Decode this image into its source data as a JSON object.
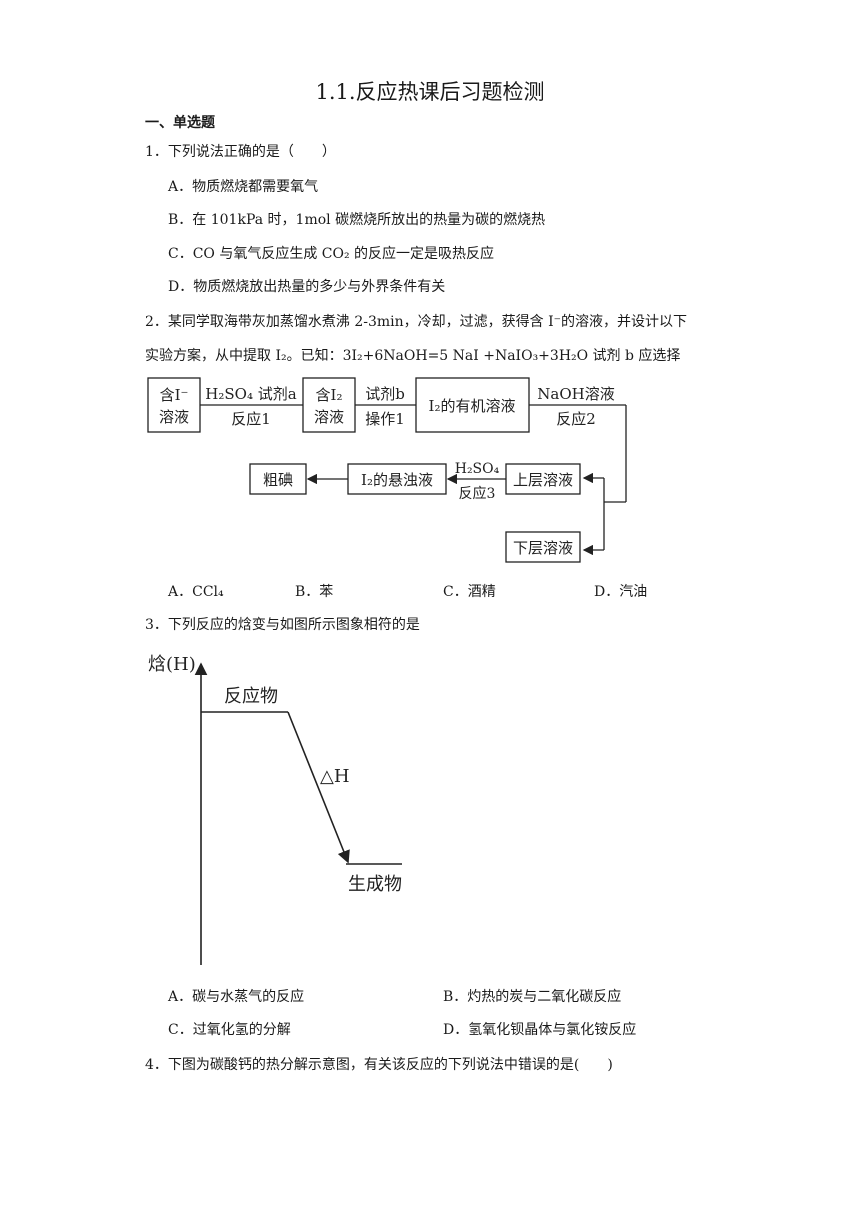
{
  "title": "1.1.反应热课后习题检测",
  "section": "一、单选题",
  "q1": {
    "stem": "1．下列说法正确的是（　　）",
    "options": [
      "A．物质燃烧都需要氧气",
      "B．在 101kPa 时，1mol 碳燃烧所放出的热量为碳的燃烧热",
      "C．CO 与氧气反应生成 CO₂ 的反应一定是吸热反应",
      "D．物质燃烧放出热量的多少与外界条件有关"
    ]
  },
  "q2": {
    "stem_line1": "2．某同学取海带灰加蒸馏水煮沸 2-3min，冷却，过滤，获得含 I⁻的溶液，并设计以下",
    "stem_line2": "实验方案，从中提取 I₂。已知：3I₂+6NaOH=5 NaI +NaIO₃+3H₂O  试剂 b 应选择",
    "flow": {
      "box_start_1": "含I⁻",
      "box_start_2": "溶液",
      "arrow1_top": "H₂SO₄ 试剂a",
      "arrow1_bottom": "反应1",
      "box_i2_1": "含I₂",
      "box_i2_2": "溶液",
      "arrow2_top": "试剂b",
      "arrow2_bottom": "操作1",
      "box_organic": "I₂的有机溶液",
      "arrow3_top": "NaOH溶液",
      "arrow3_bottom": "反应2",
      "box_upper": "上层溶液",
      "arrow4_top": "H₂SO₄",
      "arrow4_bottom": "反应3",
      "box_suspension": "I₂的悬浊液",
      "box_crude": "粗碘",
      "box_lower": "下层溶液"
    },
    "options": [
      "A．CCl₄",
      "B．苯",
      "C．酒精",
      "D．汽油"
    ]
  },
  "q3": {
    "stem": "3．下列反应的焓变与如图所示图象相符的是",
    "graph": {
      "y_label": "焓(H)",
      "reactant": "反应物",
      "delta": "△H",
      "product": "生成物"
    },
    "options": [
      "A．碳与水蒸气的反应",
      "B．灼热的炭与二氧化碳反应",
      "C．过氧化氢的分解",
      "D．氢氧化钡晶体与氯化铵反应"
    ]
  },
  "q4": {
    "stem": "4．下图为碳酸钙的热分解示意图，有关该反应的下列说法中错误的是(　　)"
  }
}
